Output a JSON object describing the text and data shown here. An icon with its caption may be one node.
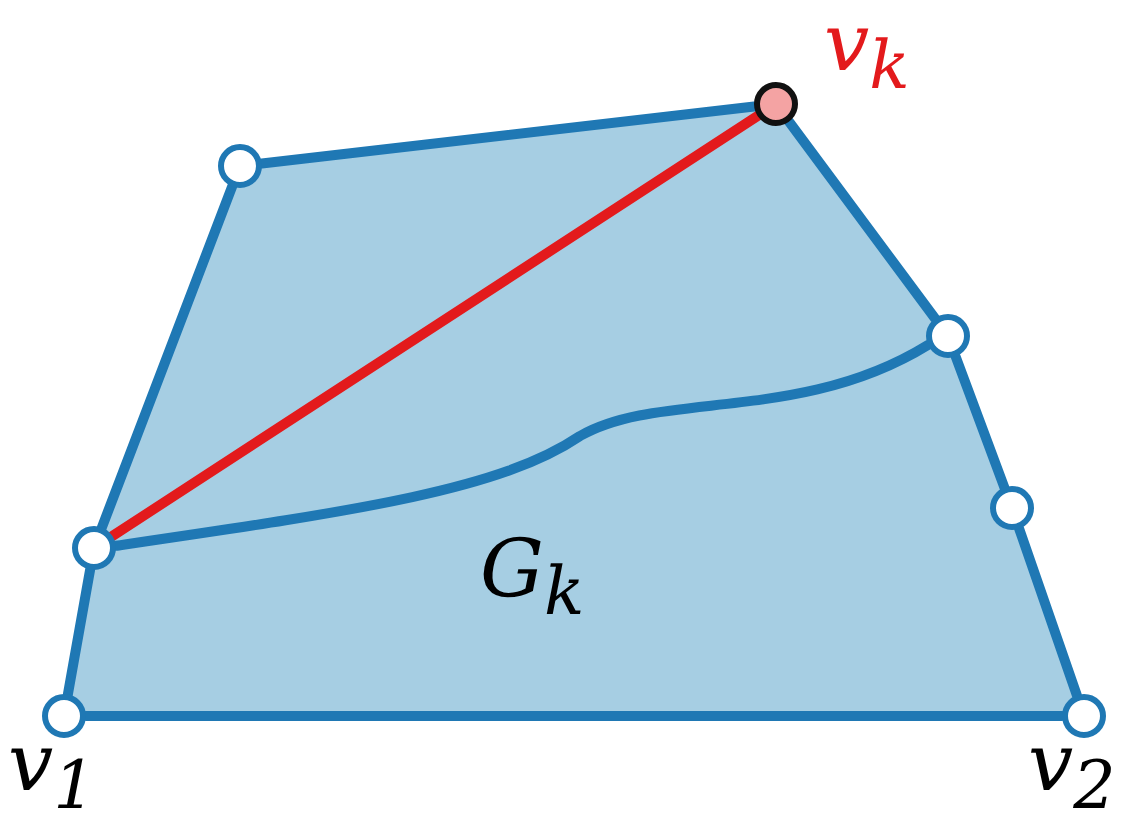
{
  "diagram": {
    "nodes": [
      {
        "text": [],
        "shape": "circle",
        "beside": [
          "v$_{k}$"
        ]
      },
      {
        "text": [],
        "shape": "circle"
      },
      {
        "text": [],
        "shape": "circle"
      },
      {
        "text": [],
        "shape": "circle"
      },
      {
        "text": [],
        "shape": "circle"
      },
      {
        "text": [],
        "shape": "circle",
        "beside": [
          "v$_{1}$"
        ]
      },
      {
        "text": [],
        "shape": "circle",
        "beside": [
          "v$_{2}$"
        ]
      }
    ],
    "edges": [
      {
        "from": 5,
        "to": 4,
        "arrow": "none"
      },
      {
        "from": 4,
        "to": 1,
        "arrow": "none"
      },
      {
        "from": 1,
        "to": 0,
        "arrow": "none"
      },
      {
        "from": 0,
        "to": 2,
        "arrow": "none"
      },
      {
        "from": 2,
        "to": 3,
        "arrow": "none"
      },
      {
        "from": 3,
        "to": 6,
        "arrow": "none"
      },
      {
        "from": 6,
        "to": 5,
        "arrow": "none"
      },
      {
        "from": 4,
        "to": 0,
        "arrow": "none",
        "color": "#e31a1c"
      },
      {
        "from": 4,
        "to": 2,
        "arrow": "none"
      }
    ],
    "labels": [
      "G$_{k}$"
    ]
  }
}
